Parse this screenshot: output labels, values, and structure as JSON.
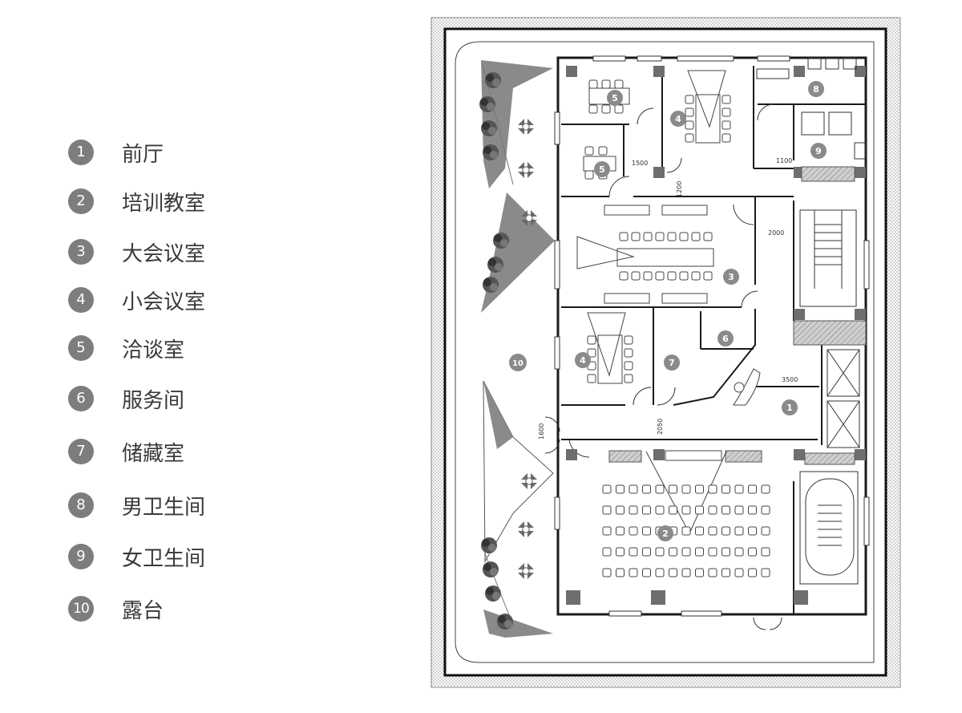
{
  "legend": {
    "items": [
      {
        "num": "1",
        "label": "前厅"
      },
      {
        "num": "2",
        "label": "培训教室"
      },
      {
        "num": "3",
        "label": "大会议室"
      },
      {
        "num": "4",
        "label": "小会议室"
      },
      {
        "num": "5",
        "label": "洽谈室"
      },
      {
        "num": "6",
        "label": "服务间"
      },
      {
        "num": "7",
        "label": "储藏室"
      },
      {
        "num": "8",
        "label": "男卫生间"
      },
      {
        "num": "9",
        "label": "女卫生间"
      },
      {
        "num": "10",
        "label": "露台"
      }
    ]
  },
  "plan": {
    "markers": {
      "m1": "1",
      "m2": "2",
      "m3": "3",
      "m4a": "4",
      "m4b": "4",
      "m5a": "5",
      "m5b": "5",
      "m6": "6",
      "m7": "7",
      "m8": "8",
      "m9": "9",
      "m10": "10"
    },
    "dimensions": {
      "d1500": "1500",
      "d1200": "1200",
      "d1100": "1100",
      "d2000": "2000",
      "d3500": "3500",
      "d2050": "2050",
      "d1600": "1600"
    }
  },
  "colors": {
    "marker": "#8a8a8a",
    "wall": "#1a1a1a",
    "column": "#6e6e6e"
  }
}
